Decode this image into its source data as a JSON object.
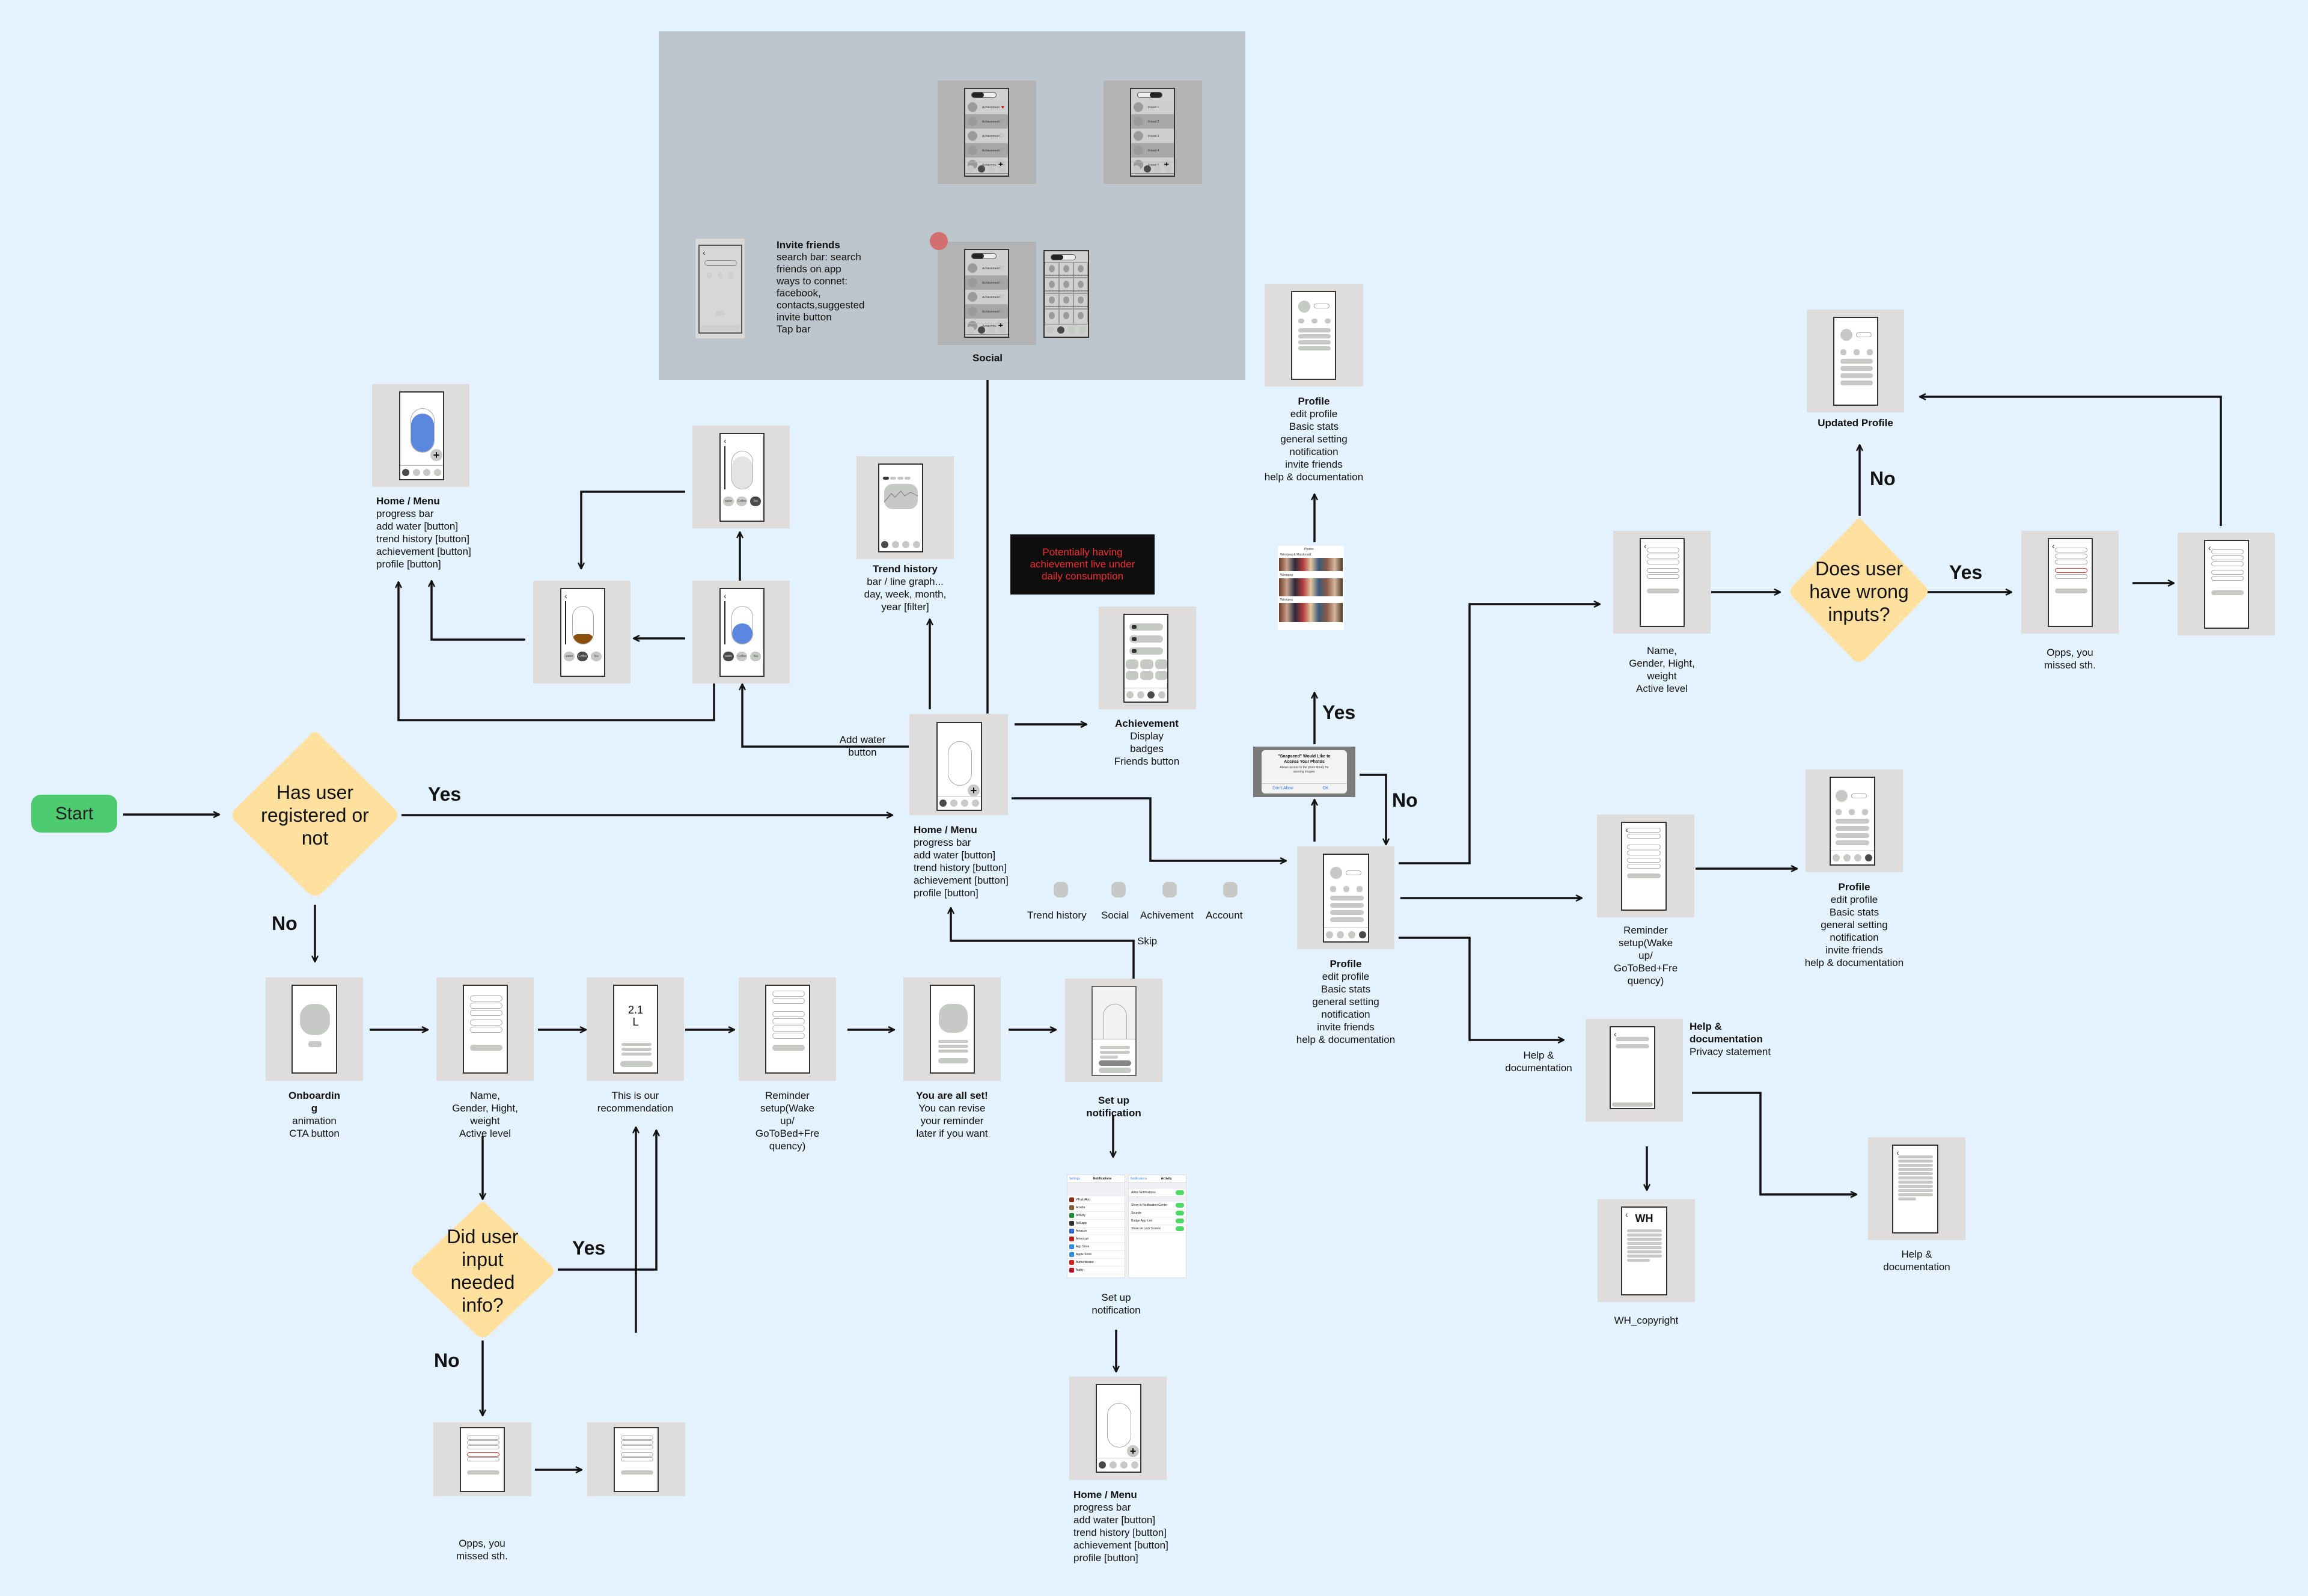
{
  "start": {
    "label": "Start"
  },
  "decisions": {
    "registered": {
      "text": "Has user\nregistered or\nnot",
      "yes": "Yes",
      "no": "No"
    },
    "input_needed": {
      "text": "Did user\ninput\nneeded\ninfo?",
      "yes": "Yes",
      "no": "No"
    },
    "wrong_inputs": {
      "text": "Does user\nhave wrong\ninputs?",
      "yes": "Yes",
      "no": "No"
    }
  },
  "onboarding": [
    {
      "title": "Onboardin\ng",
      "desc": "animation\nCTA button"
    },
    {
      "title": "",
      "desc": "Name,\nGender, Hight,\nweight\nActive level"
    },
    {
      "title": "",
      "desc": "This is our\nrecommendation",
      "screen_value": "2.1\nL"
    },
    {
      "title": "",
      "desc": "Reminder\nsetup(Wake\nup/\nGoToBed+Fre\nquency)"
    },
    {
      "title": "You are all set!",
      "desc": "You can revise\nyour reminder\nlater if you want"
    },
    {
      "title": "Set up\nnotification",
      "desc": ""
    }
  ],
  "missed_input": {
    "desc": "Opps, you\nmissed sth."
  },
  "notification_settings": {
    "caption": "Set up\nnotification",
    "left_header": "Notifications",
    "left_back": "Settings",
    "apps": [
      "#TrailsRoc",
      "Acadia",
      "Activity",
      "AdSapp",
      "Amazon",
      "American",
      "App Store",
      "Apple Store",
      "Authenticator",
      "Authy"
    ],
    "right_header": "Activity",
    "right_back": "Notifications",
    "toggles": [
      "Allow Notifications",
      "Show in Notification Center",
      "Sounds",
      "Badge App Icon",
      "Show on Lock Screen"
    ]
  },
  "skip_label": "Skip",
  "home": {
    "title": "Home / Menu",
    "desc": "progress bar\nadd water [button]\ntrend history [button]\nachievement [button]\nprofile [button]",
    "add_water_label": "Add water\nbutton",
    "tabs": [
      "Trend history",
      "Social",
      "Achivement",
      "Account"
    ]
  },
  "drink_types": [
    "water",
    "Coffee",
    "Tea"
  ],
  "colors": {
    "water": "#5b87df",
    "coffee": "#8a4f08",
    "diamond": "#ffe09e",
    "start": "#4ecb71",
    "background": "#e4f1fe"
  },
  "trend_history": {
    "title": "Trend history",
    "desc": "bar / line graph...\nday, week, month,\nyear [filter]"
  },
  "note": {
    "text": "Potentially  having\nachievement live under\ndaily consumption"
  },
  "achievement": {
    "title": "Achievement",
    "desc": "Display\nbadges\nFriends button"
  },
  "social": {
    "title": "Social",
    "row_label": "Achievement",
    "friends": [
      "Friend 1",
      "Friend 2",
      "Friend 3",
      "Friend 4",
      "Friend 5"
    ],
    "invite": {
      "title": "Invite friends",
      "desc": "search bar: search\nfriends on app\nways to connet:\nfacebook,\ncontacts,suggested\ninvite button\nTap bar"
    }
  },
  "photo_permission": {
    "title": "\"Snapseed\" Would Like to\nAccess Your Photos",
    "desc": "Allows access to the photo library for\nopening images.",
    "deny": "Don't Allow",
    "ok": "OK",
    "yes": "Yes",
    "no": "No",
    "albums": [
      "Winnipeg & Macdonald",
      "Winnipeg",
      "Winnipeg"
    ],
    "photos_title": "Photos"
  },
  "profile": {
    "title": "Profile",
    "desc": "edit profile\nBasic stats\ngeneral setting\nnotification\ninvite friends\nhelp & documentation"
  },
  "profile_edit": {
    "desc": "Name,\nGender, Hight,\nweight\nActive level"
  },
  "updated_profile": {
    "title": "Updated Profile"
  },
  "profile_missed": {
    "desc": "Opps, you\nmissed sth."
  },
  "reminder": {
    "desc": "Reminder\nsetup(Wake\nup/\nGoToBed+Fre\nquency)"
  },
  "help": {
    "edge_label": "Help &\ndocumentation",
    "title": "Help &\ndocumentation",
    "desc": "Privacy statement",
    "page_caption": "Help &\ndocumentation"
  },
  "wh": {
    "logo": "WH",
    "caption": "WH_copyright"
  }
}
